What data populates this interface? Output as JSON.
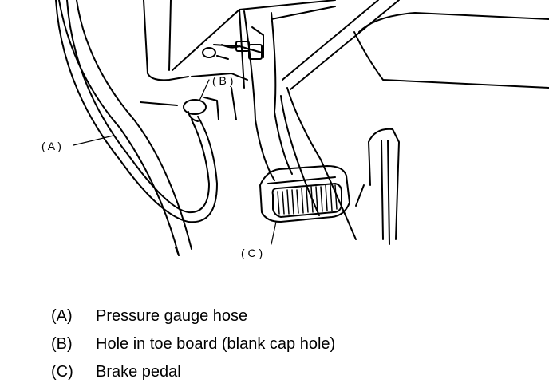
{
  "diagram": {
    "callouts": {
      "a": "( A )",
      "b": "( B )",
      "c": "( C )"
    }
  },
  "legend": [
    {
      "key": "(A)",
      "text": "Pressure gauge hose"
    },
    {
      "key": "(B)",
      "text": "Hole in toe board (blank cap hole)"
    },
    {
      "key": "(C)",
      "text": "Brake pedal"
    }
  ]
}
